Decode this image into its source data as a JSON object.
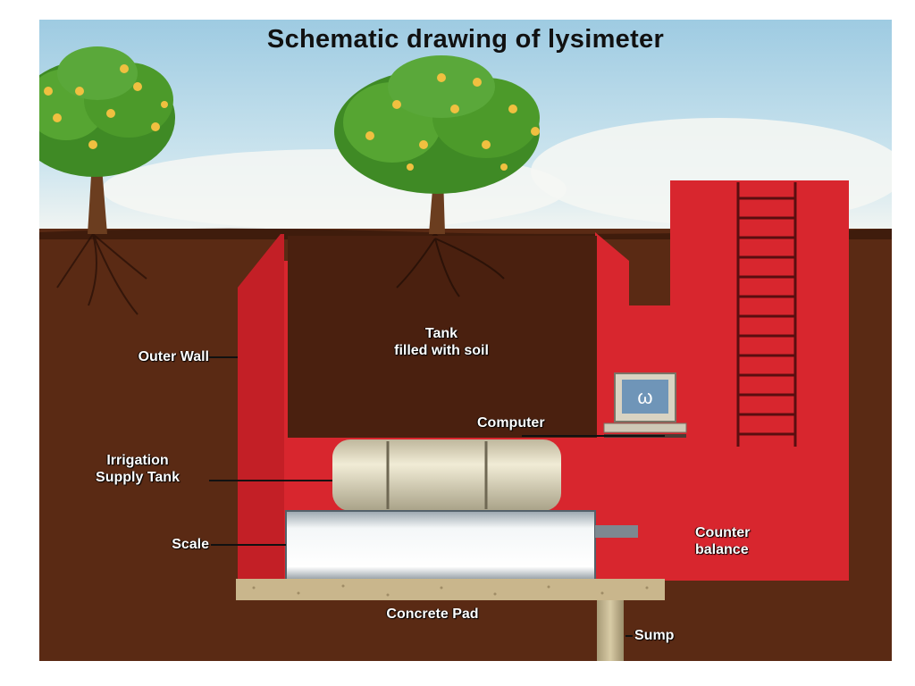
{
  "title": "Schematic drawing of lysimeter",
  "labels": {
    "outer_wall": "Outer Wall",
    "tank_line1": "Tank",
    "tank_line2": "filled with soil",
    "computer": "Computer",
    "irrigation_line1": "Irrigation",
    "irrigation_line2": "Supply Tank",
    "scale": "Scale",
    "counter_line1": "Counter",
    "counter_line2": "balance",
    "concrete_pad": "Concrete Pad",
    "sump": "Sump"
  },
  "colors": {
    "sky": "#a9d3e6",
    "soil": "#5a2a14",
    "wall_red": "#d8262e",
    "tank_soil": "#4a200f",
    "cylinder": "#e3ddc2",
    "scale": "#eef1f3",
    "concrete": "#c9b68c",
    "foliage": "#4c9a2a",
    "fruit": "#f0c040"
  }
}
